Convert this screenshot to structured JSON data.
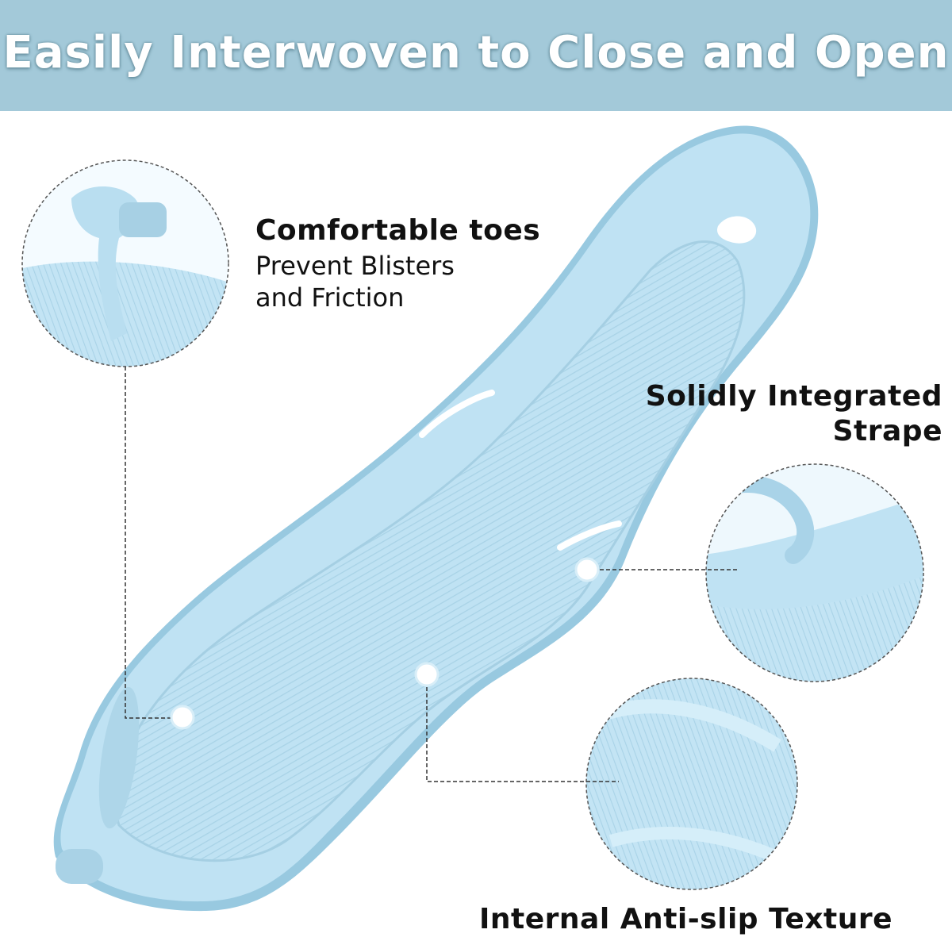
{
  "banner": {
    "title": "Easily Interwoven to Close and Open",
    "color": "#a3c9d9"
  },
  "features": {
    "toes": {
      "title": "Comfortable toes",
      "line1": "Prevent Blisters",
      "line2": "and Friction"
    },
    "strap": {
      "line1": "Solidly Integrated",
      "line2": "Strape"
    },
    "texture": {
      "title": "Internal Anti-slip Texture"
    }
  },
  "product": {
    "sandal_color": "#bfe2f3",
    "sandal_shadow_color": "#98c9e0"
  }
}
